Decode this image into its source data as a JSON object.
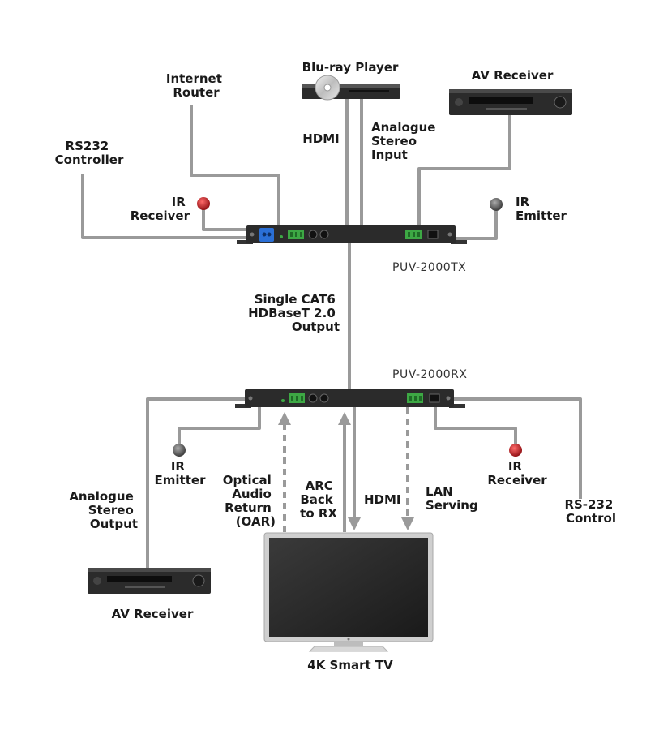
{
  "labels": {
    "bluray": "Blu-ray Player",
    "av_receiver_top": "AV Receiver",
    "internet_router": [
      "Internet",
      "Router"
    ],
    "rs232_controller": [
      "RS232",
      "Controller"
    ],
    "hdmi_top": "HDMI",
    "analogue_input": [
      "Analogue",
      "Stereo",
      "Input"
    ],
    "ir_receiver_top": [
      "IR",
      "Receiver"
    ],
    "ir_emitter_top": [
      "IR",
      "Emitter"
    ],
    "tx_model": "PUV-2000TX",
    "cat6": [
      "Single CAT6",
      "HDBaseT 2.0",
      "Output"
    ],
    "rx_model": "PUV-2000RX",
    "ir_emitter_bottom": [
      "IR",
      "Emitter"
    ],
    "ir_receiver_bottom": [
      "IR",
      "Receiver"
    ],
    "analogue_output": [
      "Analogue",
      "Stereo",
      "Output"
    ],
    "oar": [
      "Optical",
      "Audio",
      "Return",
      "(OAR)"
    ],
    "arc": [
      "ARC",
      "Back",
      "to RX"
    ],
    "hdmi_bottom": "HDMI",
    "lan": [
      "LAN",
      "Serving"
    ],
    "rs232_control": [
      "RS-232",
      "Control"
    ],
    "av_receiver_bottom": "AV Receiver",
    "tv": "4K Smart TV"
  },
  "colors": {
    "cable": "#9a9a9a",
    "device_dark": "#2b2b2b",
    "ir_red": "#c0141a",
    "ir_gray": "#555555",
    "connector_green": "#3da844",
    "port_blue": "#2a6fd6"
  },
  "icons": [
    "bluray-player-icon",
    "av-receiver-icon",
    "ir-receiver-icon",
    "ir-emitter-icon",
    "extender-icon",
    "tv-icon"
  ]
}
